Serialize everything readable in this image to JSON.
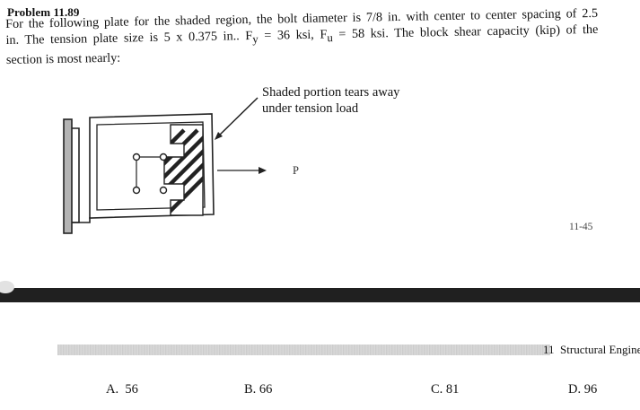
{
  "problem": {
    "title": "Problem 11.89",
    "line1": "For the following plate for the shaded region, the bolt diameter is 7/8 in. with center to center spacing of 2.5",
    "line2_a": "in. The tension plate size is 5 x 0.375 in.. F",
    "fy_sub": "y",
    "line2_b": " = 36 ksi, F",
    "fu_sub": "u",
    "line2_c": " = 58 ksi. The block shear capacity (kip) of the",
    "line3": "section is most nearly:"
  },
  "figure": {
    "shaded_label_line1": "Shaded portion tears away",
    "shaded_label_line2": "under tension load",
    "force_label": "P"
  },
  "page_code": "11-45",
  "footer": {
    "chapter_number": "11",
    "chapter_title": "Structural Engine"
  },
  "choices": [
    {
      "letter": "A.",
      "value": "56"
    },
    {
      "letter": "B.",
      "value": "66"
    },
    {
      "letter": "C.",
      "value": "81"
    },
    {
      "letter": "D.",
      "value": "96"
    }
  ]
}
